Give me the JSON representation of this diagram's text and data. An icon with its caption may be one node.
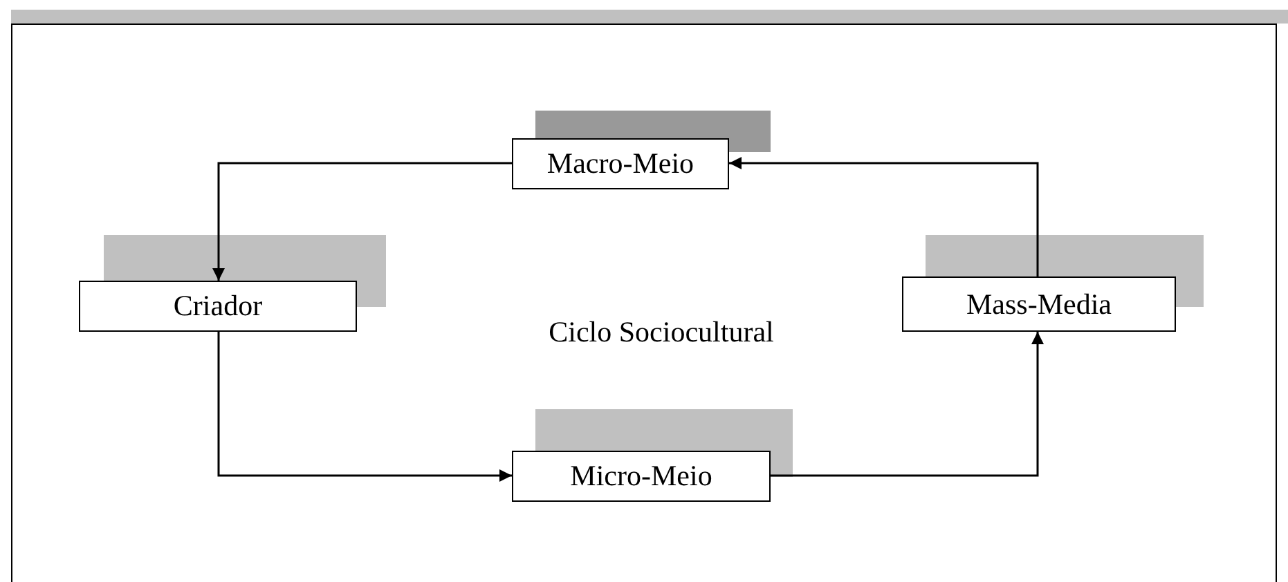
{
  "diagram": {
    "nodes": [
      {
        "text": [
          "Macro-Meio"
        ]
      },
      {
        "text": [
          "Criador"
        ]
      },
      {
        "text": [
          "Mass-Media"
        ]
      },
      {
        "text": [
          "Micro-Meio"
        ]
      }
    ],
    "edges": [
      {
        "from": 0,
        "to": 1,
        "arrow": "to"
      },
      {
        "from": 1,
        "to": 3,
        "arrow": "to"
      },
      {
        "from": 3,
        "to": 2,
        "arrow": "to"
      },
      {
        "from": 2,
        "to": 0,
        "arrow": "to"
      }
    ],
    "labels": [
      "Ciclo Sociocultural"
    ]
  }
}
